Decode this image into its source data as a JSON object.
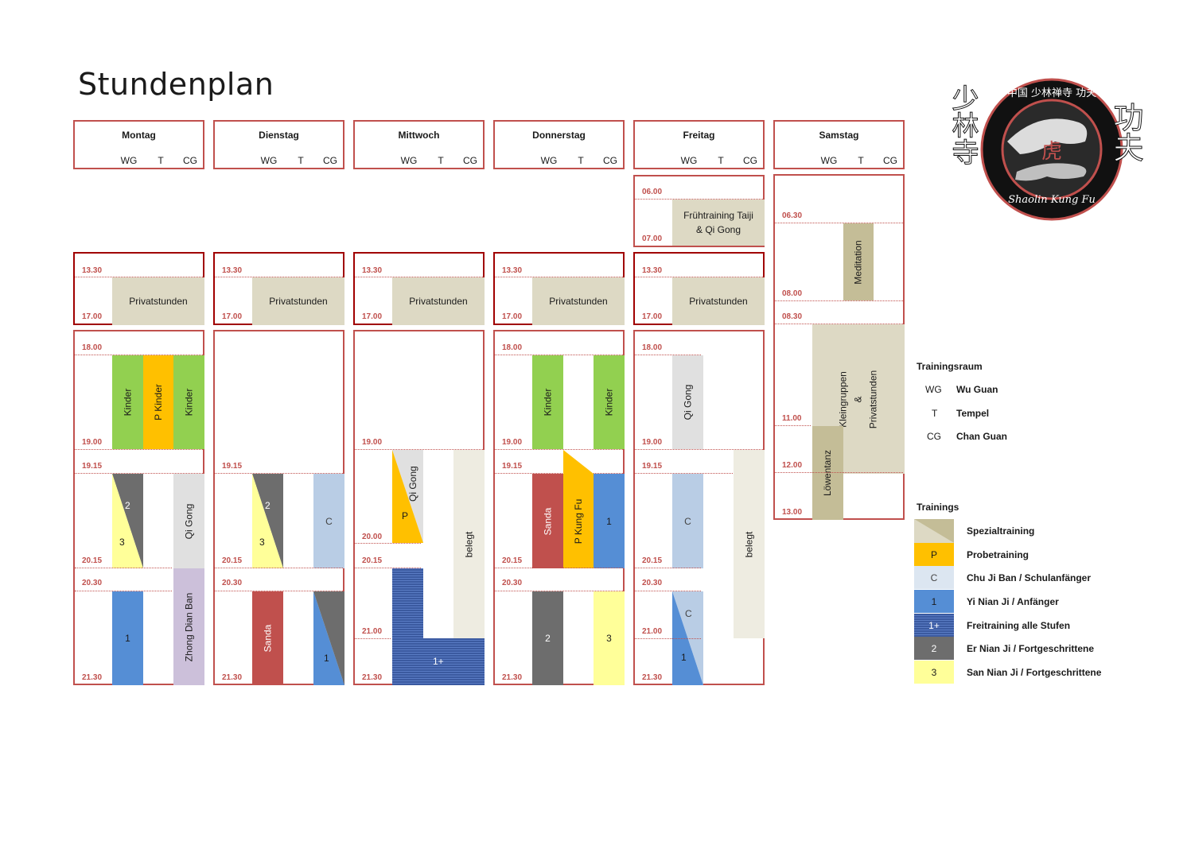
{
  "title": "Stundenplan",
  "columns": [
    "WG",
    "T",
    "CG"
  ],
  "days": [
    "Montag",
    "Dienstag",
    "Mittwoch",
    "Donnerstag",
    "Freitag",
    "Samstag"
  ],
  "times": {
    "t0600": "06.00",
    "t0700": "07.00",
    "t0630": "06.30",
    "t0800": "08.00",
    "t0830": "08.30",
    "t1100": "11.00",
    "t1200": "12.00",
    "t1300": "13.00",
    "t1330": "13.30",
    "t1700": "17.00",
    "t1800": "18.00",
    "t1900": "19.00",
    "t1915": "19.15",
    "t2000": "20.00",
    "t2015": "20.15",
    "t2030": "20.30",
    "t2100": "21.00",
    "t2130": "21.30"
  },
  "blocks": {
    "fruehtraining": "Frühtraining Taiji & Qi Gong",
    "meditation": "Meditation",
    "privat": "Privatstunden",
    "kinder": "Kinder",
    "pkinder": "P Kinder",
    "qigong": "Qi Gong",
    "zhong": "Zhong Dian Ban",
    "sanda": "Sanda",
    "belegt": "belegt",
    "pkungfu": "P Kung Fu",
    "kleingruppen1": "Kleingruppen",
    "kleingruppen2": "&",
    "kleingruppen3": "Privatstunden",
    "loewentanz": "Löwentanz",
    "n1": "1",
    "n2": "2",
    "n3": "3",
    "c": "C",
    "p": "P",
    "n1p": "1+"
  },
  "logo": {
    "top": "中国 少林禅寺 功夫",
    "ring": "Shaolin Kung Fu",
    "left": "少林寺",
    "right": "功夫",
    "center": "虎"
  },
  "legend": {
    "room_title": "Trainingsraum",
    "rooms": [
      {
        "code": "WG",
        "name": "Wu Guan"
      },
      {
        "code": "T",
        "name": "Tempel"
      },
      {
        "code": "CG",
        "name": "Chan Guan"
      }
    ],
    "trainings_title": "Trainings",
    "trainings": [
      {
        "code": "",
        "name": "Spezialtraining",
        "color": "#c4bd97"
      },
      {
        "code": "P",
        "name": "Probetraining",
        "color": "#ffc000"
      },
      {
        "code": "C",
        "name": "Chu Ji Ban / Schulanfänger",
        "color": "#dce6f1"
      },
      {
        "code": "1",
        "name": "Yi Nian Ji / Anfänger",
        "color": "#558ed5"
      },
      {
        "code": "1+",
        "name": "Freitraining alle Stufen",
        "color": "#3b5aa0"
      },
      {
        "code": "2",
        "name": "Er Nian Ji / Fortgeschrittene",
        "color": "#6d6d6d"
      },
      {
        "code": "3",
        "name": "San Nian Ji / Fortgeschrittene",
        "color": "#ffff99"
      }
    ]
  },
  "colors": {
    "border": "#c0504d",
    "kinder": "#92d050",
    "probe": "#ffc000",
    "qigong": "#e0e0e0",
    "privat": "#ddd9c4",
    "blue": "#558ed5",
    "lightblue": "#b9cde5",
    "grey": "#6d6d6d",
    "yellow": "#ffff99",
    "lilac": "#ccc0da",
    "red": "#c0504d",
    "belegt": "#eeece1"
  }
}
